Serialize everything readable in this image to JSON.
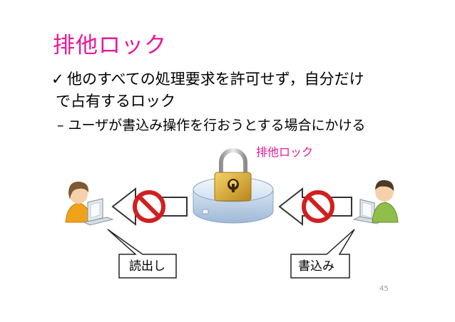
{
  "title": "排他ロック",
  "bullet": {
    "check_mark": "✓",
    "line1": "他のすべての処理要求を許可せず，自分だけ",
    "line2": "で占有するロック"
  },
  "sub_bullet": {
    "dash": "–",
    "text": "ユーザが書込み操作を行おうとする場合にかける"
  },
  "diagram": {
    "lock_label": "排他ロック",
    "read_label": "読出し",
    "write_label": "書込み",
    "colors": {
      "accent": "#e6189a",
      "prohibit": "#d0201f",
      "lock_gold": "#d9a92b",
      "disk": "#bcd3ea"
    },
    "icons": [
      "person-left-icon",
      "computer-icon",
      "prohibited-icon",
      "arrow-left-icon",
      "padlock-icon",
      "database-disk-icon",
      "person-right-icon"
    ]
  },
  "page_number": "45"
}
